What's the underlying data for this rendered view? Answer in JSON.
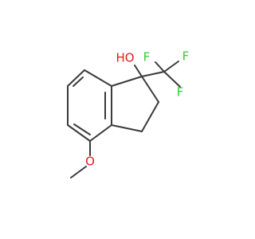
{
  "molecule": {
    "atoms": {
      "hydroxyl": "HO",
      "fluorine_1": "F",
      "fluorine_2": "F",
      "fluorine_3": "F",
      "methoxy_oxygen": "O"
    },
    "colors": {
      "bond": "#3a3a3a",
      "oxygen": "#e0201c",
      "fluorine": "#33cc33",
      "background": "#ffffff"
    }
  }
}
